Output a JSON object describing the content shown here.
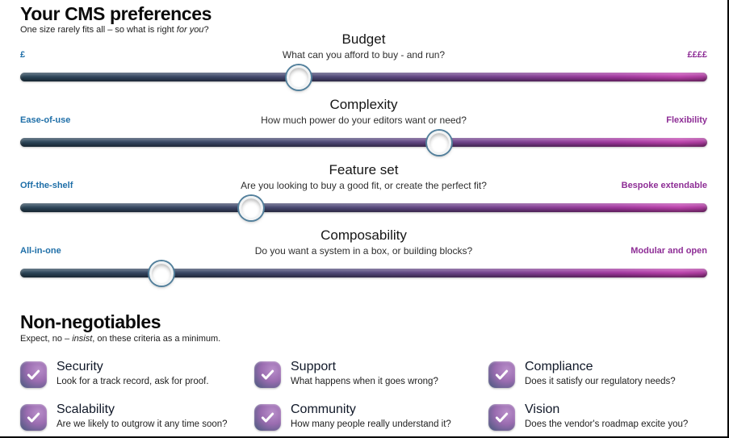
{
  "header": {
    "title": "Your CMS preferences",
    "subtitle_prefix": "One size rarely fits all – so what is right ",
    "subtitle_italic": "for you",
    "subtitle_suffix": "?"
  },
  "sliders": [
    {
      "title": "Budget",
      "question": "What can you afford to buy - and run?",
      "left_label": "£",
      "right_label": "££££",
      "value_percent": 40.5
    },
    {
      "title": "Complexity",
      "question": "How much power do your editors want or need?",
      "left_label": "Ease-of-use",
      "right_label": "Flexibility",
      "value_percent": 61
    },
    {
      "title": "Feature set",
      "question": "Are you looking to buy a good fit, or create the perfect fit?",
      "left_label": "Off-the-shelf",
      "right_label": "Bespoke extendable",
      "value_percent": 33.6
    },
    {
      "title": "Composability",
      "question": "Do you want a system in a box, or building blocks?",
      "left_label": "All-in-one",
      "right_label": "Modular and open",
      "value_percent": 20.6
    }
  ],
  "non_negotiables": {
    "title": "Non-negotiables",
    "subtitle_prefix": "Expect, no – ",
    "subtitle_italic": "insist",
    "subtitle_suffix": ", on these criteria as a minimum.",
    "items": [
      {
        "label": "Security",
        "description": "Look for a track record, ask for proof.",
        "checked": true
      },
      {
        "label": "Support",
        "description": "What happens when it goes wrong?",
        "checked": true
      },
      {
        "label": "Compliance",
        "description": "Does it satisfy our regulatory needs?",
        "checked": true
      },
      {
        "label": "Scalability",
        "description": "Are we likely to outgrow it any time soon?",
        "checked": true
      },
      {
        "label": "Community",
        "description": "How many people really understand it?",
        "checked": true
      },
      {
        "label": "Vision",
        "description": "Does the vendor's roadmap excite you?",
        "checked": true
      }
    ]
  },
  "colors": {
    "accent_blue": "#1f6fa8",
    "accent_purple": "#8e2e96",
    "track_start": "#2a4558",
    "track_bright": "#c044b0",
    "track_end": "#ab3a9e"
  }
}
